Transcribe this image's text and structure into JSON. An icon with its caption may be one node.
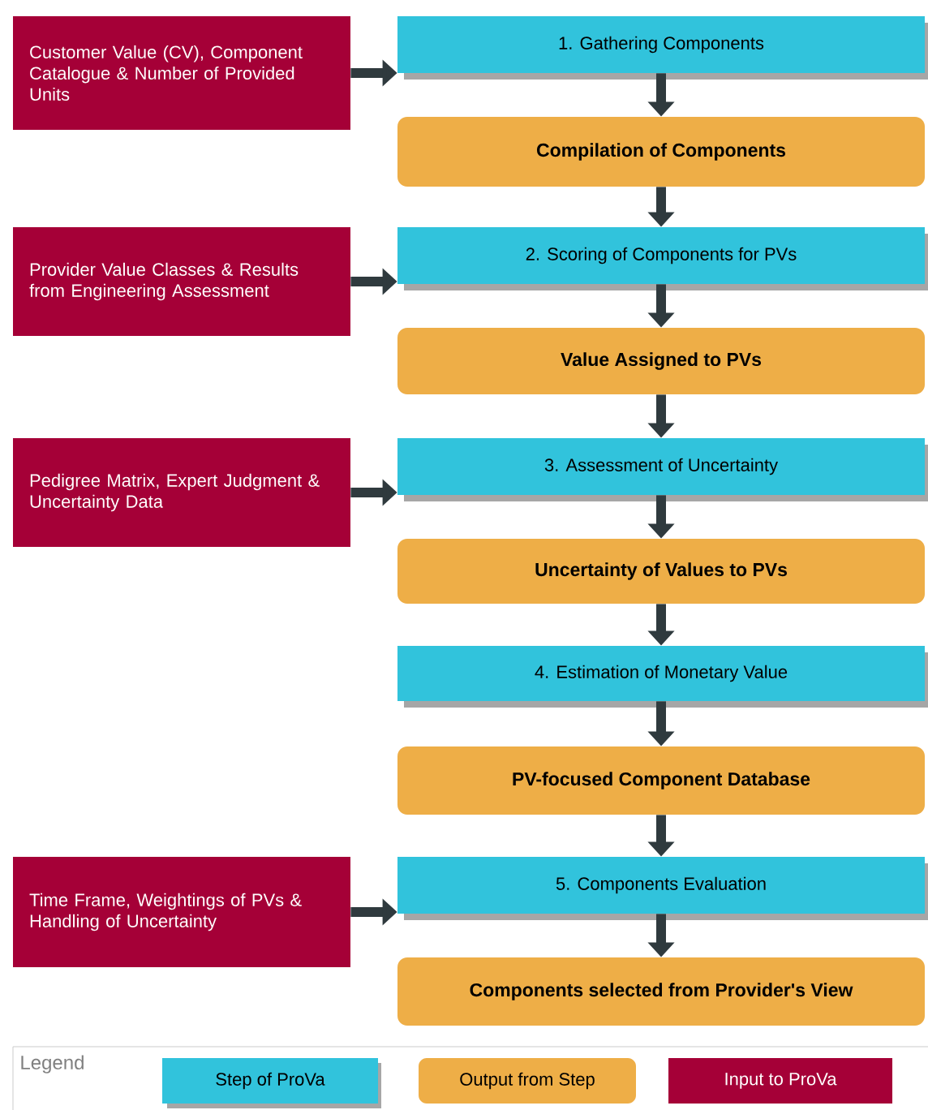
{
  "diagram": {
    "nodes": [
      {
        "text": [
          "Customer Value (CV), Component Catalogue & Number of Provided Units"
        ]
      },
      {
        "text": [
          "1. Gathering Components"
        ]
      },
      {
        "text": [
          "Compilation of Components"
        ]
      },
      {
        "text": [
          "Provider Value Classes & Results from Engineering Assessment"
        ]
      },
      {
        "text": [
          "2. Scoring of Components for PVs"
        ]
      },
      {
        "text": [
          "Value Assigned to PVs"
        ]
      },
      {
        "text": [
          "Pedigree Matrix, Expert Judgment & Uncertainty Data"
        ]
      },
      {
        "text": [
          "3. Assessment of Uncertainty"
        ]
      },
      {
        "text": [
          "Uncertainty of Values to PVs"
        ]
      },
      {
        "text": [
          "4. Estimation of Monetary Value"
        ]
      },
      {
        "text": [
          "PV-focused Component Database"
        ]
      },
      {
        "text": [
          "Time Frame, Weightings of PVs & Handling of Uncertainty"
        ]
      },
      {
        "text": [
          "5. Components Evaluation"
        ]
      },
      {
        "text": [
          "Components selected from Provider's View"
        ]
      }
    ],
    "edges": [
      {
        "from": 0,
        "to": 1,
        "arrow": "to"
      },
      {
        "from": 1,
        "to": 2,
        "arrow": "to"
      },
      {
        "from": 2,
        "to": 4,
        "arrow": "to"
      },
      {
        "from": 3,
        "to": 4,
        "arrow": "to"
      },
      {
        "from": 4,
        "to": 5,
        "arrow": "to"
      },
      {
        "from": 5,
        "to": 7,
        "arrow": "to"
      },
      {
        "from": 6,
        "to": 7,
        "arrow": "to"
      },
      {
        "from": 7,
        "to": 8,
        "arrow": "to"
      },
      {
        "from": 8,
        "to": 9,
        "arrow": "to"
      },
      {
        "from": 9,
        "to": 10,
        "arrow": "to"
      },
      {
        "from": 10,
        "to": 12,
        "arrow": "to"
      },
      {
        "from": 11,
        "to": 12,
        "arrow": "to"
      },
      {
        "from": 12,
        "to": 13,
        "arrow": "to"
      }
    ],
    "labels": [
      "Legend"
    ],
    "legend": [
      {
        "text": "Step of ProVa",
        "color": "#31c3dc"
      },
      {
        "text": "Output from Step",
        "color": "#eeae47"
      },
      {
        "text": "Input to ProVa",
        "color": "#a50037"
      }
    ]
  }
}
